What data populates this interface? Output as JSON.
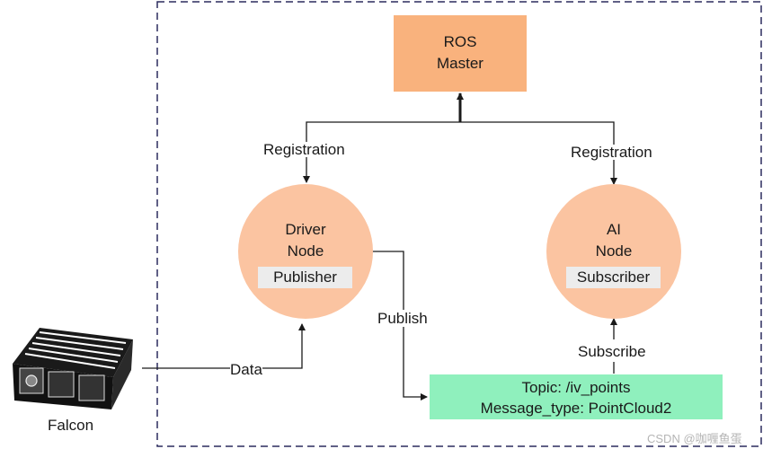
{
  "ros_master": {
    "line1": "ROS",
    "line2": "Master"
  },
  "driver_node": {
    "line1": "Driver",
    "line2": "Node",
    "role": "Publisher"
  },
  "ai_node": {
    "line1": "AI",
    "line2": "Node",
    "role": "Subscriber"
  },
  "topic_box": {
    "topic": "Topic: /iv_points",
    "message_type": "Message_type: PointCloud2"
  },
  "labels": {
    "registration_left": "Registration",
    "registration_right": "Registration",
    "publish": "Publish",
    "subscribe": "Subscribe",
    "data": "Data",
    "device": "Falcon"
  },
  "watermark": "CSDN @咖喱鱼蛋",
  "colors": {
    "master": "#f9b27d",
    "node": "#fbc4a1",
    "topic": "#8ff0bd",
    "role_pill": "#ececec",
    "border": "#2b2b5e"
  },
  "icons": [
    "falcon-lidar-icon"
  ]
}
